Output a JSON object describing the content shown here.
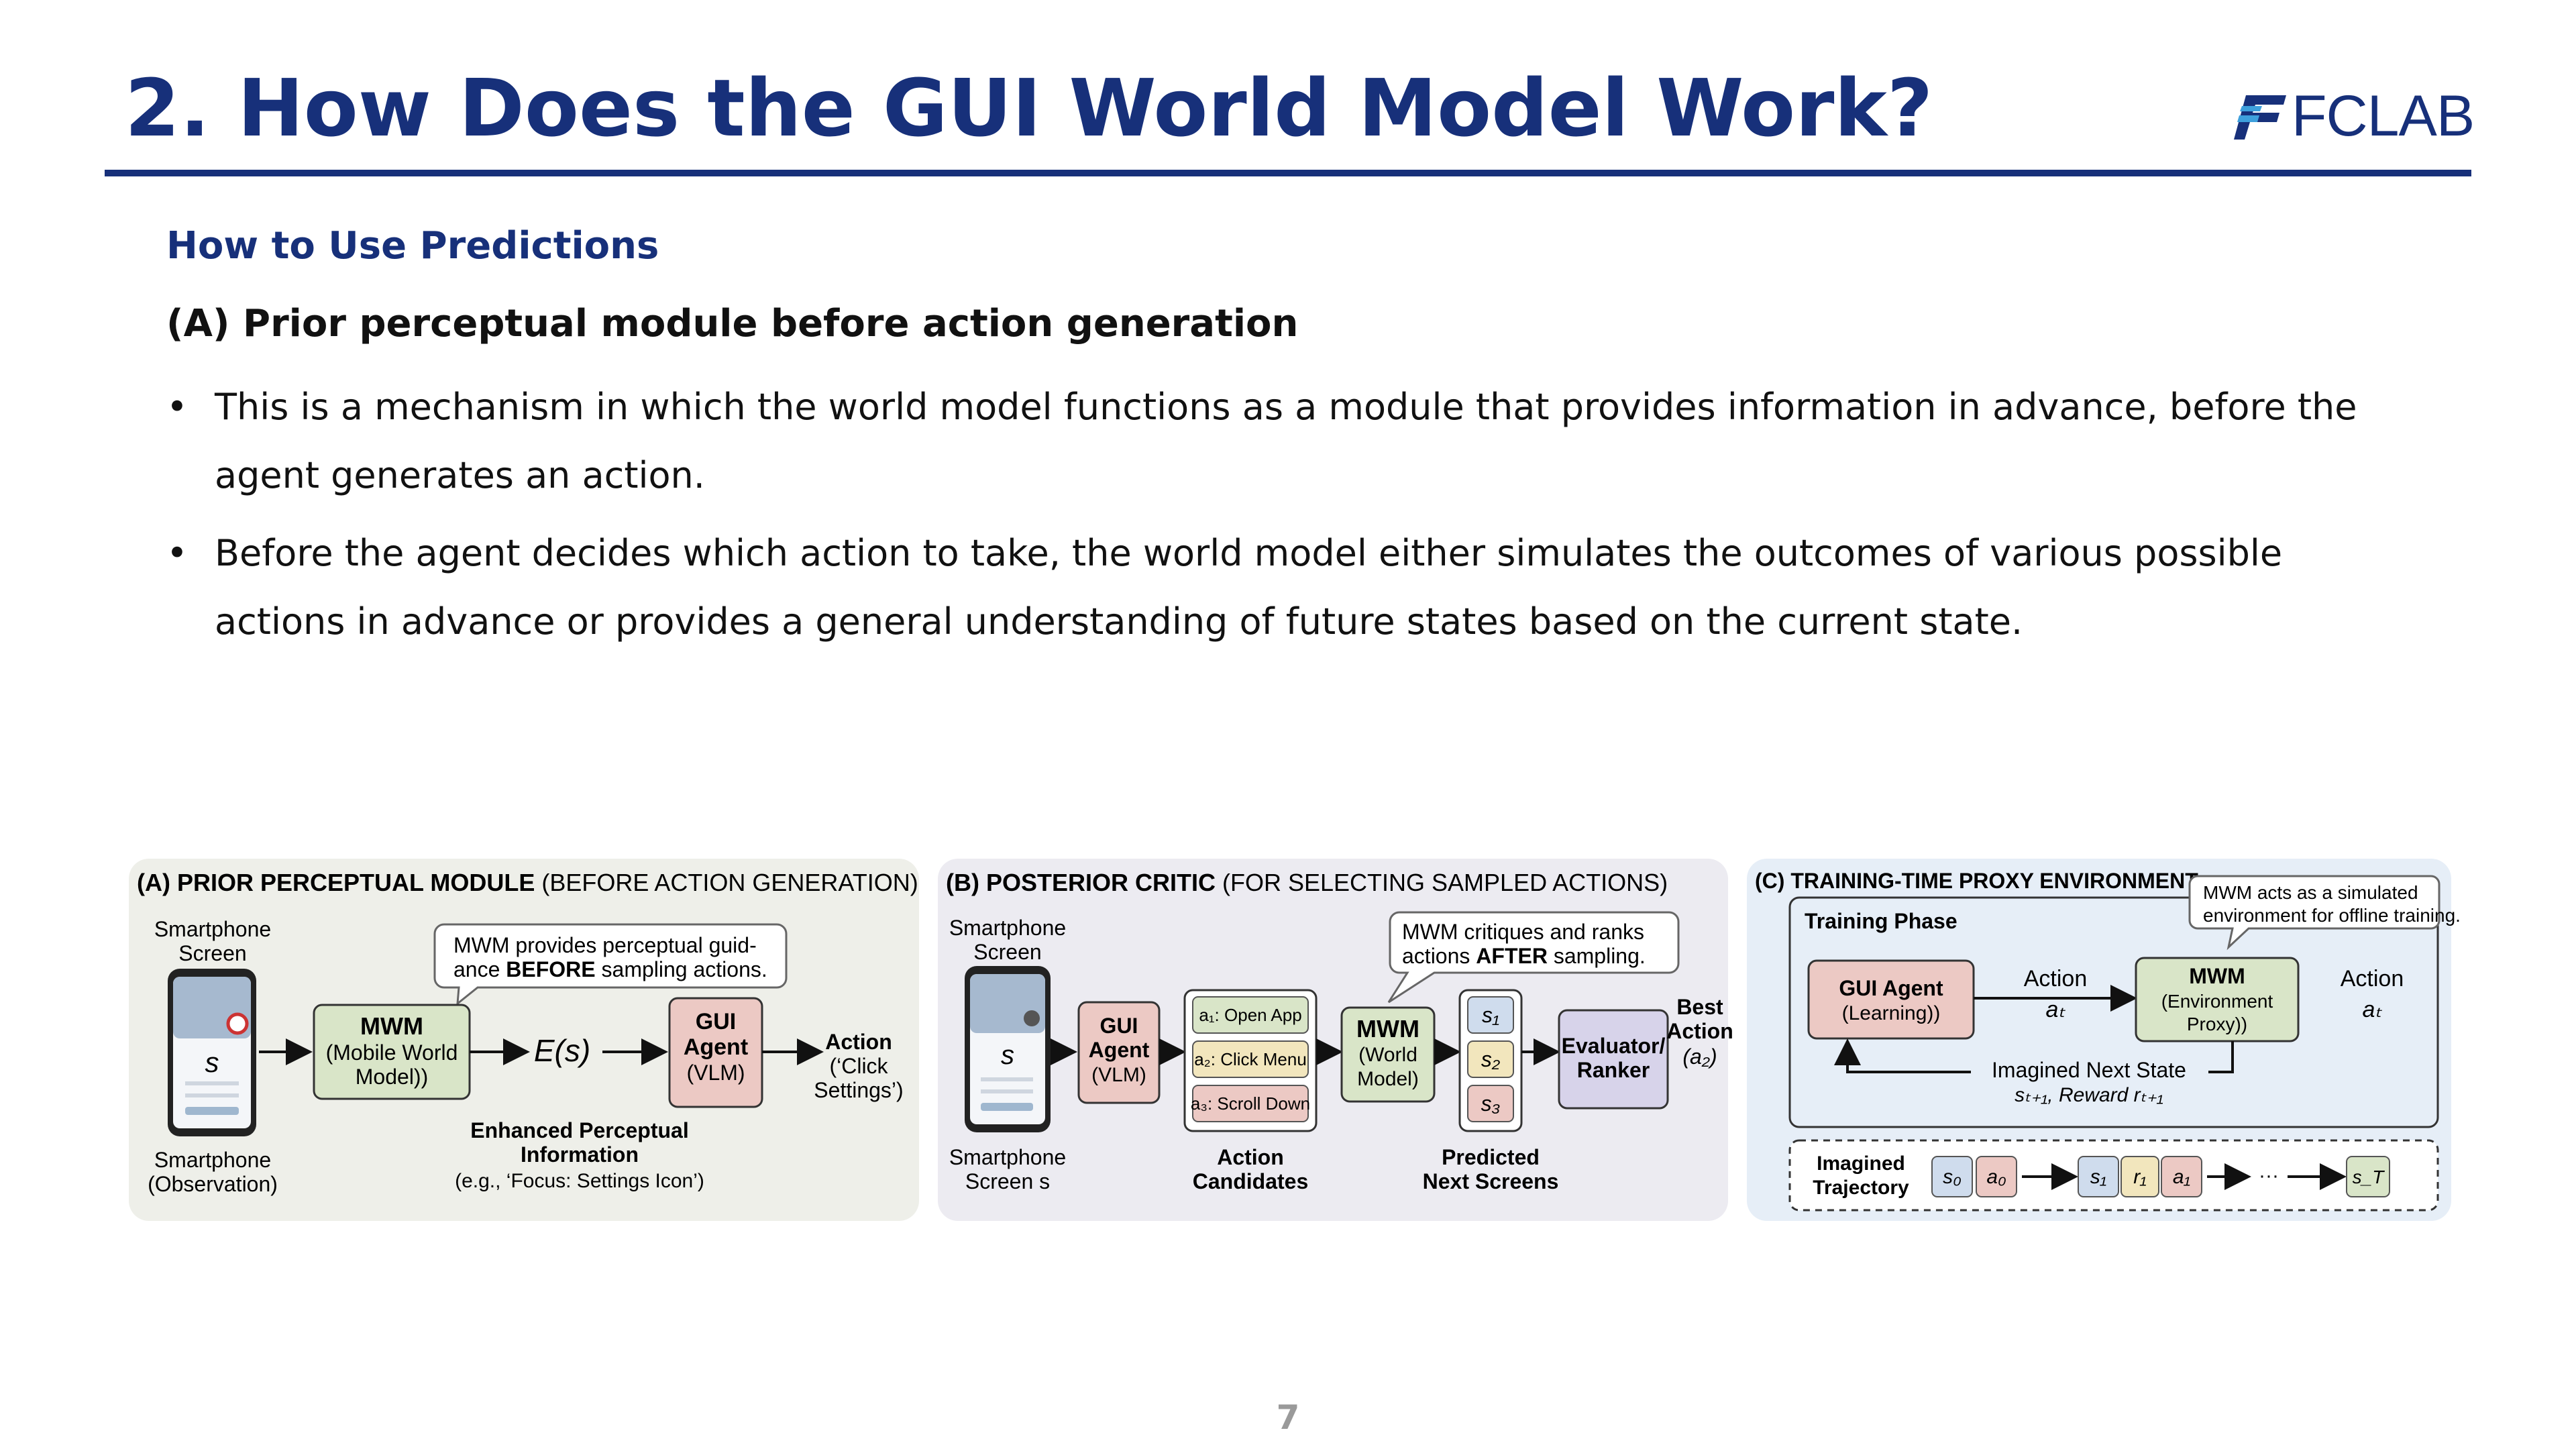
{
  "slide": {
    "title": "2. How Does the GUI World Model Work?",
    "logo_text": "FCLAB",
    "subheading": "How to Use Predictions",
    "section_heading": "(A) Prior perceptual module before action generation",
    "bullets": [
      "This is a mechanism in which the world model functions as a module that provides information in advance, before the agent generates an action.",
      "Before the agent decides which action to take, the world model either simulates the outcomes of various possible actions in advance or provides a general understanding of future states based on the current state."
    ],
    "page_number": "7"
  },
  "figure": {
    "panel_a": {
      "title_bold": "(A) PRIOR PERCEPTUAL MODULE",
      "title_rest": " (BEFORE ACTION GENERATION)",
      "phone_top_label_1": "Smartphone",
      "phone_top_label_2": "Screen",
      "phone_symbol": "s",
      "phone_bottom_label_1": "Smartphone",
      "phone_bottom_label_2": "(Observation)",
      "bubble_1": "MWM provides perceptual guid-",
      "bubble_2_pre": "ance ",
      "bubble_2_bold": "BEFORE",
      "bubble_2_post": " sampling actions.",
      "mwm_title": "MWM",
      "mwm_sub_1": "(Mobile World",
      "mwm_sub_2": "Model))",
      "embedding": "E(s)",
      "gui_1": "GUI",
      "gui_2": "Agent",
      "gui_3": "(VLM)",
      "action_1": "Action",
      "action_2": "(‘Click",
      "action_3": "Settings’)",
      "enhanced_1": "Enhanced Perceptual",
      "enhanced_2": "Information",
      "enhanced_3": "(e.g., ‘Focus: Settings Icon’)"
    },
    "panel_b": {
      "title_bold": "(B) POSTERIOR CRITIC",
      "title_rest": " (FOR SELECTING SAMPLED ACTIONS)",
      "phone_top_label_1": "Smartphone",
      "phone_top_label_2": "Screen",
      "phone_symbol": "s",
      "phone_bottom_label_1": "Smartphone",
      "phone_bottom_label_2": "Screen s",
      "gui_1": "GUI",
      "gui_2": "Agent",
      "gui_3": "(VLM)",
      "candidates": [
        "a₁: Open App",
        "a₂: Click Menu",
        "a₃: Scroll Down"
      ],
      "candidates_label_1": "Action",
      "candidates_label_2": "Candidates",
      "bubble_1": "MWM critiques and ranks",
      "bubble_2_pre": "actions ",
      "bubble_2_bold": "AFTER",
      "bubble_2_post": " sampling.",
      "mwm_title": "MWM",
      "mwm_sub_1": "(World",
      "mwm_sub_2": "Model)",
      "predicted": [
        "s₁",
        "s₂",
        "s₃"
      ],
      "predicted_label_1": "Predicted",
      "predicted_label_2": "Next Screens",
      "evaluator_1": "Evaluator/",
      "evaluator_2": "Ranker",
      "best_1": "Best",
      "best_2": "Action",
      "best_3": "(a₂)"
    },
    "panel_c": {
      "title_bold": "(C) TRAINING-TIME PROXY ENVIRONMENT",
      "bubble_1": "MWM acts as a simulated",
      "bubble_2": "environment for offline training.",
      "phase_label": "Training Phase",
      "agent_1": "GUI Agent",
      "agent_2": "(Learning))",
      "action_label": "Action",
      "action_symbol": "aₜ",
      "mwm_title": "MWM",
      "mwm_sub_1": "(Environment",
      "mwm_sub_2": "Proxy))",
      "action_out_label": "Action",
      "action_out_symbol": "aₜ",
      "feedback_1": "Imagined Next State",
      "feedback_2": "sₜ₊₁, Reward rₜ₊₁",
      "traj_label_1": "Imagined",
      "traj_label_2": "Trajectory",
      "traj_tokens": [
        "s₀",
        "a₀",
        "s₁",
        "r₁",
        "a₁",
        "···",
        "s_T"
      ]
    }
  },
  "colors": {
    "title_navy": "#17307a",
    "mwm_green": "#d9e5c8",
    "agent_pink": "#ecc9c4",
    "evaluator_purple": "#d7d3ea",
    "state_blue": "#cfdced",
    "reward_yellow": "#f2e6bd",
    "page_number_gray": "#9a9a9a"
  }
}
